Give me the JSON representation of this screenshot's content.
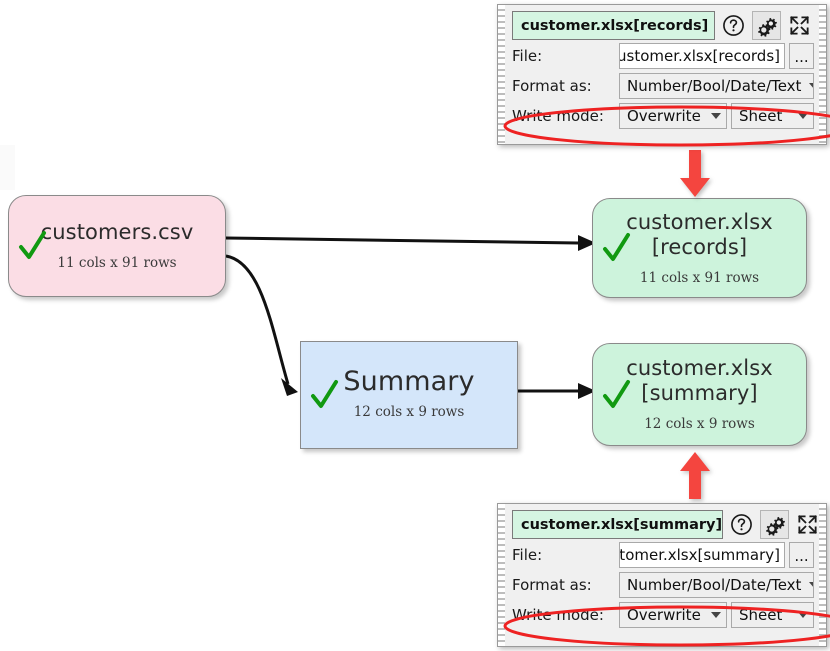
{
  "diagram": {
    "nodes": [
      {
        "id": "customers-csv",
        "title": "customers.csv",
        "subtitle": "11 cols x 91 rows",
        "status_icon": "check-icon",
        "color": "#fbdde5"
      },
      {
        "id": "customer-xlsx-records",
        "title_line1": "customer.xlsx",
        "title_line2": "[records]",
        "subtitle": "11 cols x 91 rows",
        "status_icon": "check-icon",
        "color": "#cdf3dc"
      },
      {
        "id": "summary",
        "title": "Summary",
        "subtitle": "12 cols x 9 rows",
        "status_icon": "check-icon",
        "color": "#d4e6fa"
      },
      {
        "id": "customer-xlsx-summary",
        "title_line1": "customer.xlsx",
        "title_line2": "[summary]",
        "subtitle": "12 cols x 9 rows",
        "status_icon": "check-icon",
        "color": "#cdf3dc"
      }
    ],
    "annotation_color": "#ee2222",
    "check_color": "#119911"
  },
  "panel_records": {
    "title": "customer.xlsx[records]",
    "help_icon": "help-circle-icon",
    "settings_icon": "gears-icon",
    "expand_icon": "expand-arrows-icon",
    "file_label": "File:",
    "file_value": "op\\customer.xlsx[records]",
    "browse_label": "...",
    "format_label": "Format as:",
    "format_value": "Number/Bool/Date/Text",
    "write_mode_label": "Write mode:",
    "write_mode_value": "Overwrite",
    "sheet_value": "Sheet"
  },
  "panel_summary": {
    "title": "customer.xlsx[summary]",
    "help_icon": "help-circle-icon",
    "settings_icon": "gears-icon",
    "expand_icon": "expand-arrows-icon",
    "file_label": "File:",
    "file_value": "\\customer.xlsx[summary]",
    "browse_label": "...",
    "format_label": "Format as:",
    "format_value": "Number/Bool/Date/Text",
    "write_mode_label": "Write mode:",
    "write_mode_value": "Overwrite",
    "sheet_value": "Sheet"
  }
}
